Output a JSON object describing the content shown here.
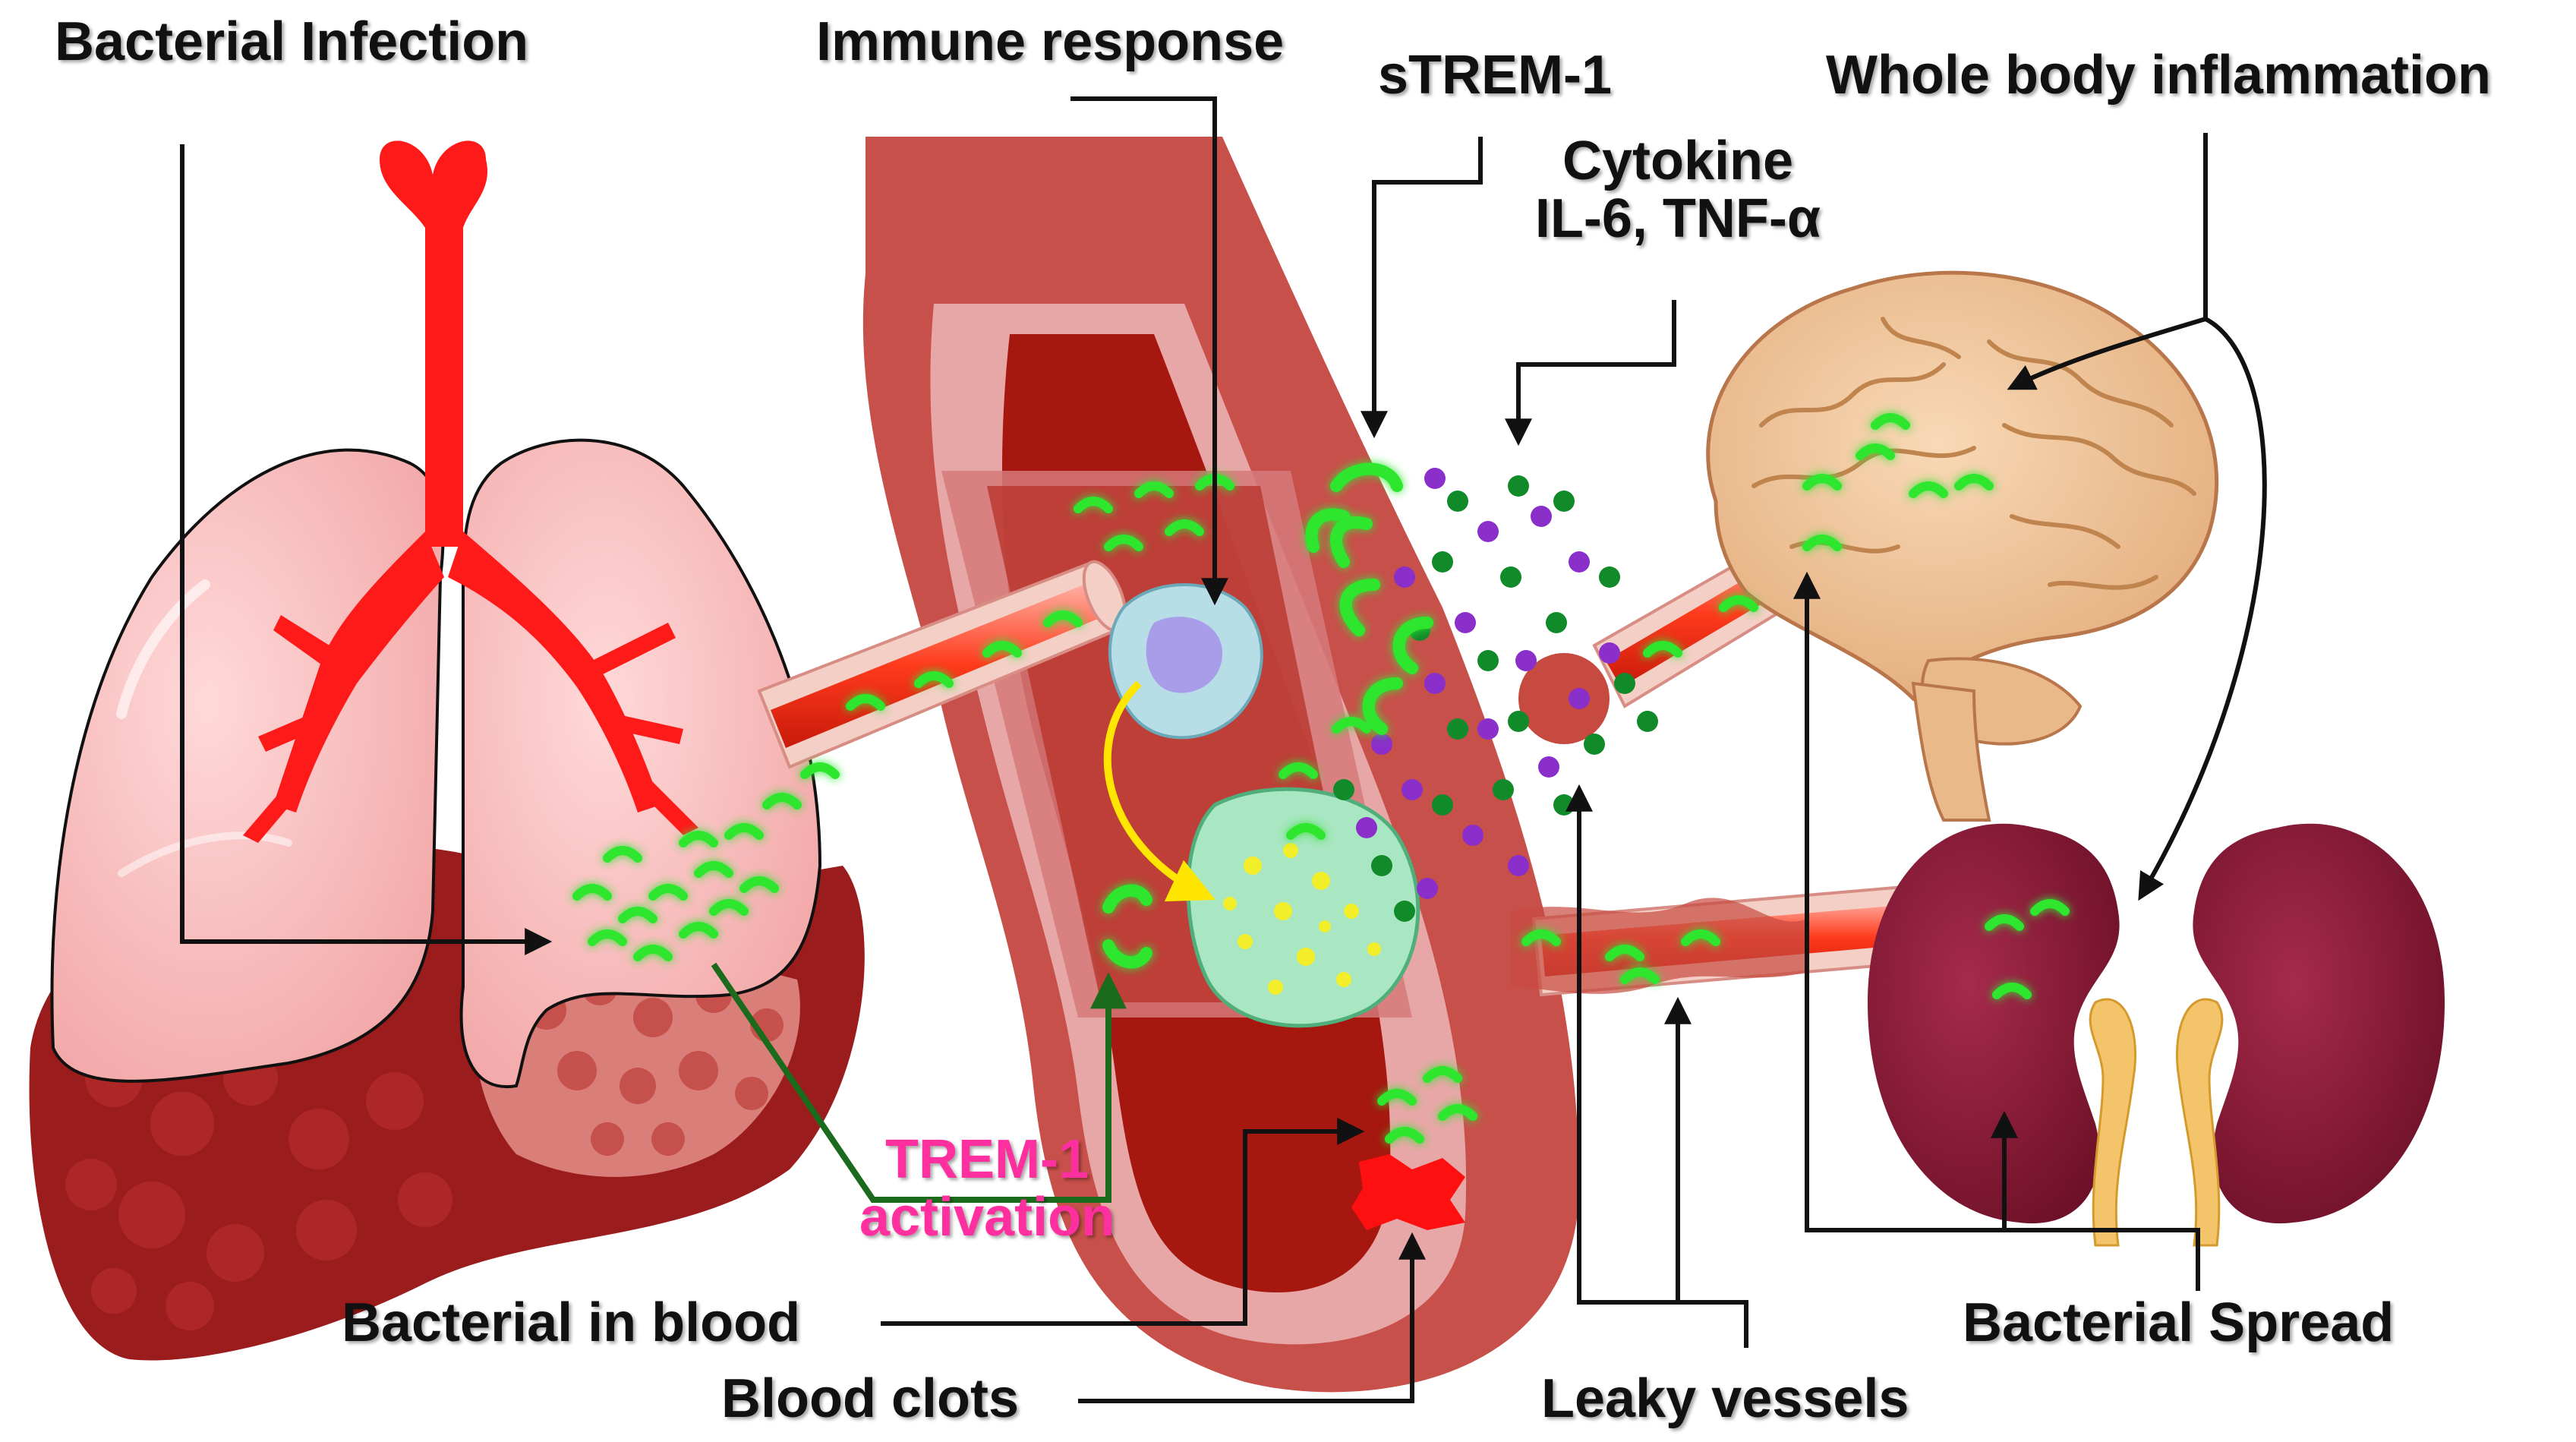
{
  "labels": {
    "bacterial_infection": "Bacterial Infection",
    "immune_response": "Immune response",
    "strem1": "sTREM-1",
    "whole_body_inflammation": "Whole body inflammation",
    "cytokine_line1": "Cytokine",
    "cytokine_line2": "IL-6, TNF-α",
    "trem1_line1": "TREM-1",
    "trem1_line2": "activation",
    "bacterial_in_blood": "Bacterial in blood",
    "blood_clots": "Blood clots",
    "leaky_vessels": "Leaky vessels",
    "bacterial_spread": "Bacterial Spread"
  },
  "colors": {
    "trachea": "#ff1a1a",
    "lung": "#f7b9b9",
    "liver": "#9b1c1c",
    "vessel_outer": "#c8504a",
    "vessel_wall": "#e8a7a7",
    "blood": "#a5170f",
    "brain": "#efc49a",
    "kidney": "#8c1b3a",
    "ureter": "#f4c46a",
    "bacteria": "#2ee62e",
    "cytokine_purple": "#8a2fc9",
    "cytokine_green": "#118a2a",
    "trem1_label": "#ff2fa0",
    "activation_arrow": "#1c6b1c",
    "signal_arrow": "#ffe600",
    "clot": "#ff1010",
    "immune_cell": "#b7dde6",
    "activated_cell": "#a9e6c2"
  }
}
